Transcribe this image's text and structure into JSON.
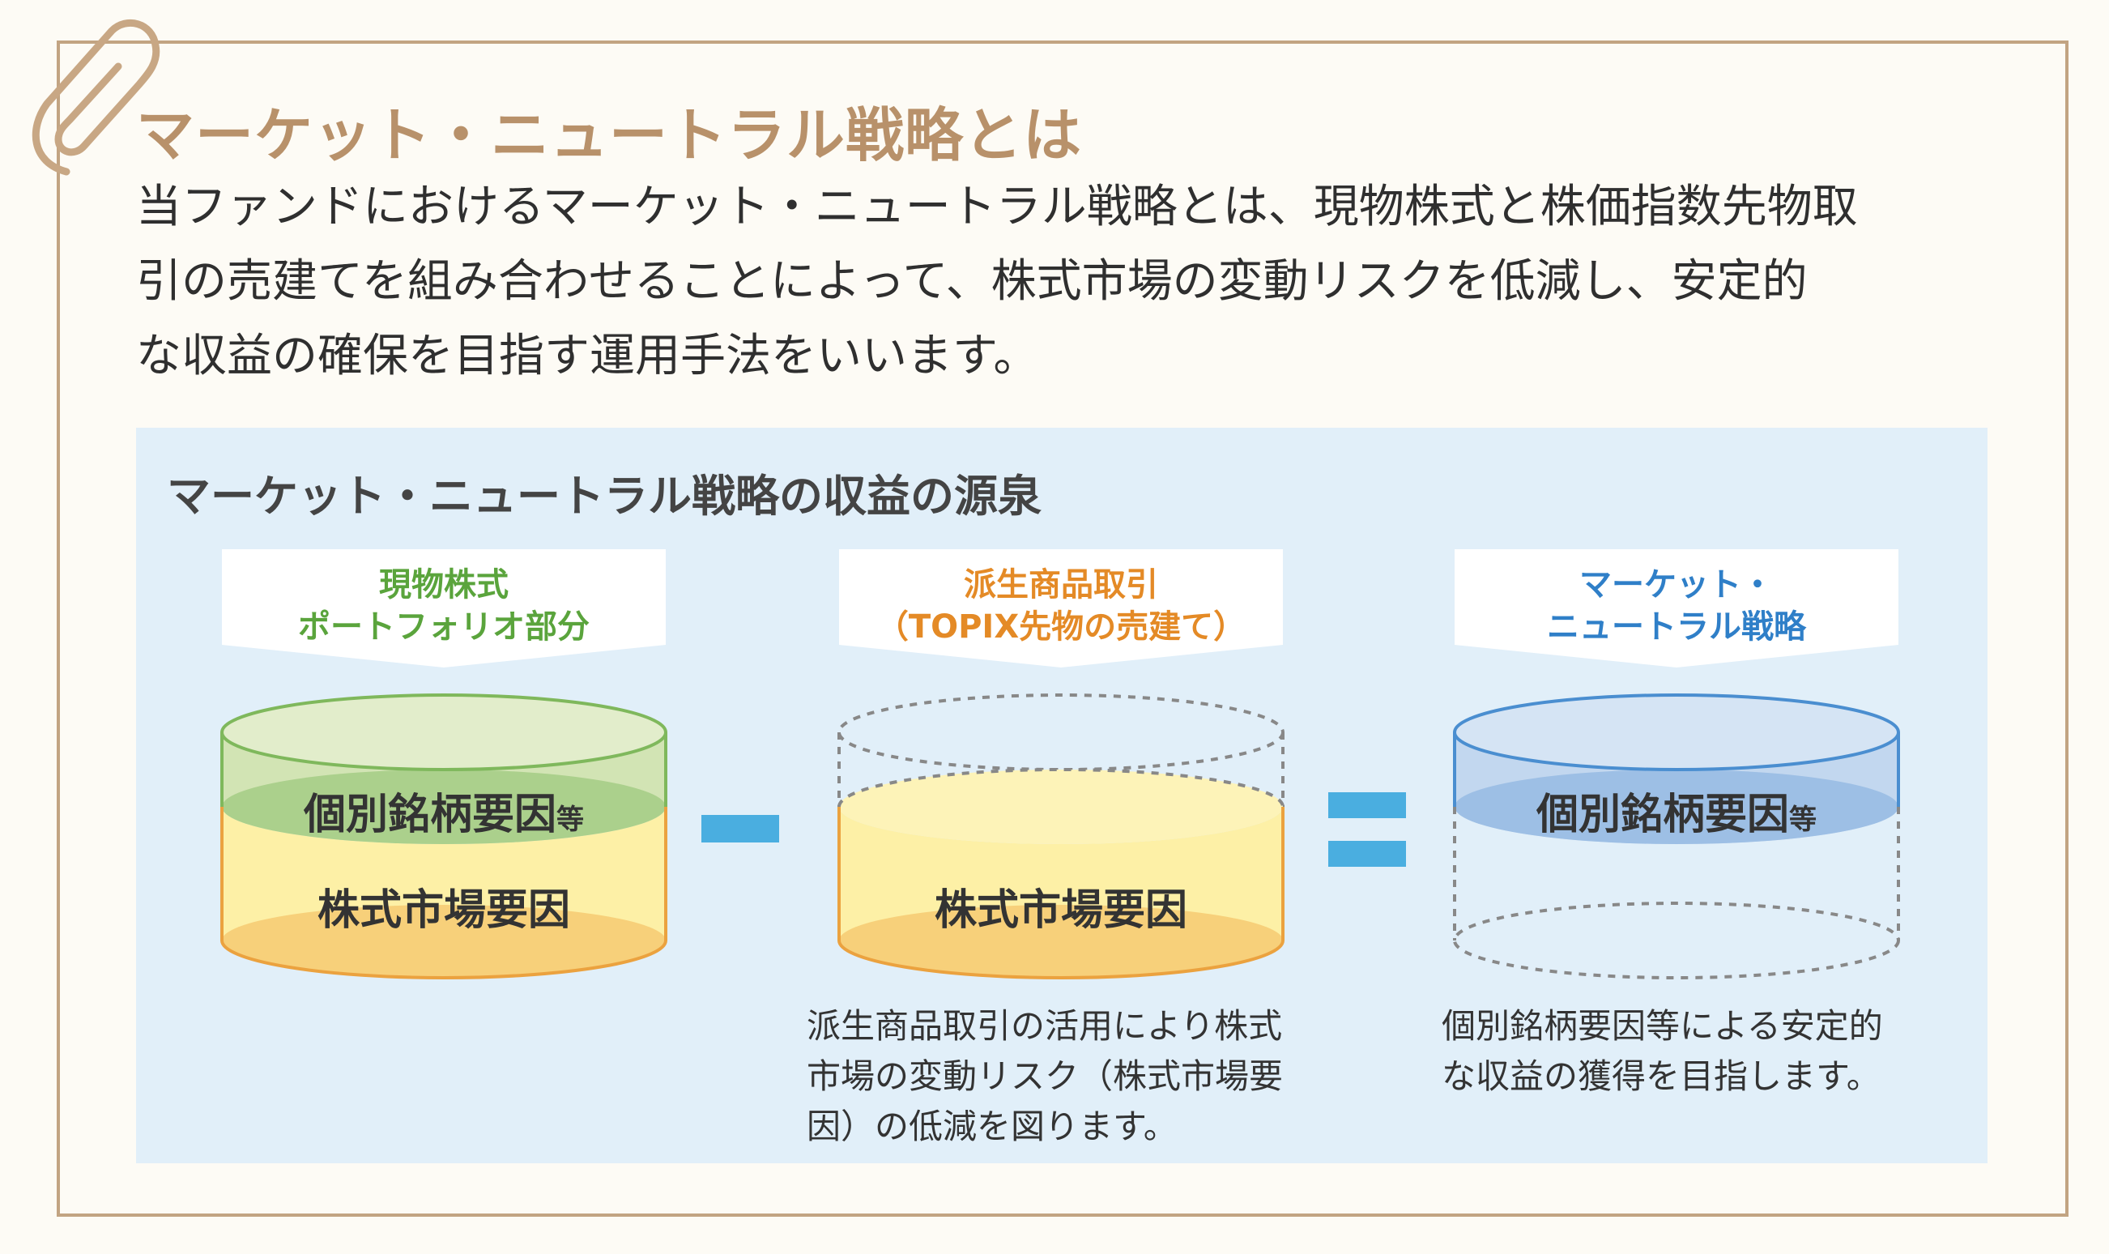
{
  "header": {
    "title": "マーケット・ニュートラル戦略とは",
    "intro_lines": [
      "当ファンドにおけるマーケット・ニュートラル戦略とは、現物株式と株価指数先物取",
      "引の売建てを組み合わせることによって、株式市場の変動リスクを低減し、安定的",
      "な収益の確保を目指す運用手法をいいます。"
    ]
  },
  "diagram": {
    "title": "マーケット・ニュートラル戦略の収益の源泉",
    "operators": {
      "minus": "−",
      "equals": "＝"
    },
    "columns": [
      {
        "heading_lines": [
          "現物株式",
          "ポートフォリオ部分"
        ],
        "heading_color": "#5aa43c",
        "top_label": "個別銘柄要因",
        "top_suffix": "等",
        "bottom_label": "株式市場要因",
        "note_lines": []
      },
      {
        "heading_lines": [
          "派生商品取引",
          "（TOPIX先物の売建て）"
        ],
        "heading_color": "#e48a26",
        "top_label": "",
        "top_suffix": "",
        "bottom_label": "株式市場要因",
        "note_lines": [
          "派生商品取引の活用により株式",
          "市場の変動リスク（株式市場要",
          "因）の低減を図ります。"
        ]
      },
      {
        "heading_lines": [
          "マーケット・",
          "ニュートラル戦略"
        ],
        "heading_color": "#2f7fc8",
        "top_label": "個別銘柄要因",
        "top_suffix": "等",
        "bottom_label": "",
        "note_lines": [
          "個別銘柄要因等による安定的",
          "な収益の獲得を目指します。"
        ]
      }
    ]
  },
  "colors": {
    "frame": "#c2a482",
    "title": "#b8916a",
    "panel": "#e1eff9",
    "green_layer": "#abd08c",
    "green_top": "#e2edcb",
    "yellow_layer": "#fdf0a6",
    "yellow_bottom": "#f7d07a",
    "orange_edge": "#eba23f",
    "blue_layer": "#9dbfe5",
    "blue_top": "#d5e4f4",
    "operator": "#4aaee0"
  }
}
